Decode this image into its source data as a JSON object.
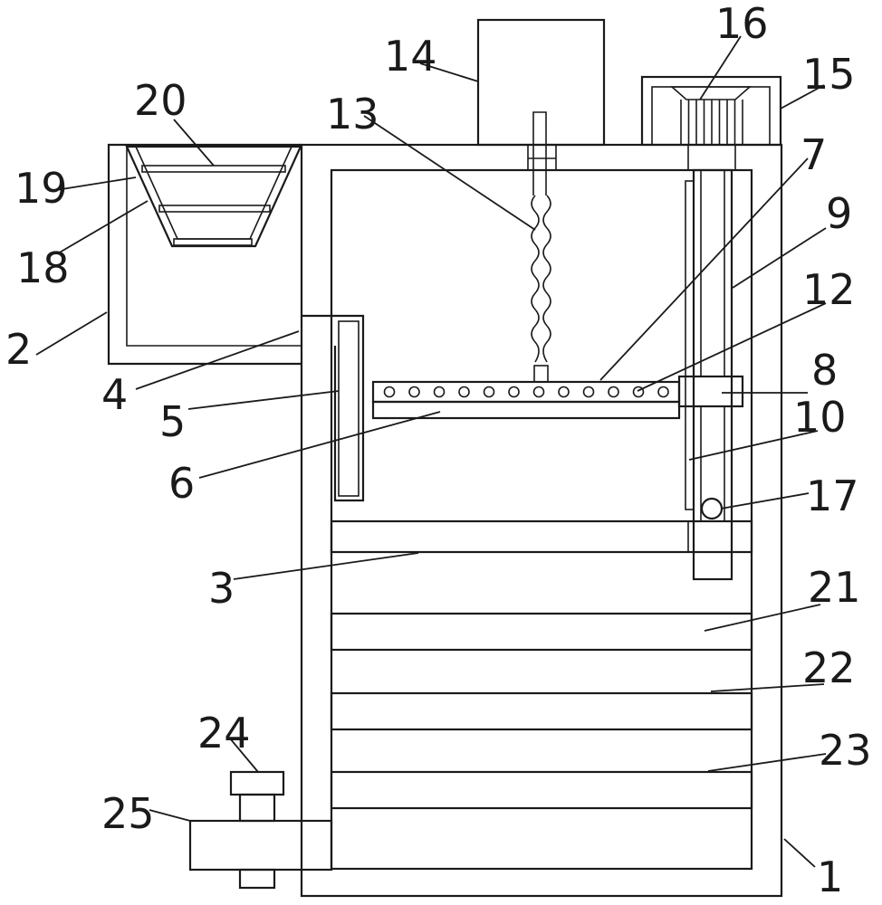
{
  "labels": {
    "l1": "1",
    "l2": "2",
    "l3": "3",
    "l4": "4",
    "l5": "5",
    "l6": "6",
    "l7": "7",
    "l8": "8",
    "l9": "9",
    "l10": "10",
    "l12": "12",
    "l13": "13",
    "l14": "14",
    "l15": "15",
    "l16": "16",
    "l17": "17",
    "l18": "18",
    "l19": "19",
    "l20": "20",
    "l21": "21",
    "l22": "22",
    "l23": "23",
    "l24": "24",
    "l25": "25"
  }
}
